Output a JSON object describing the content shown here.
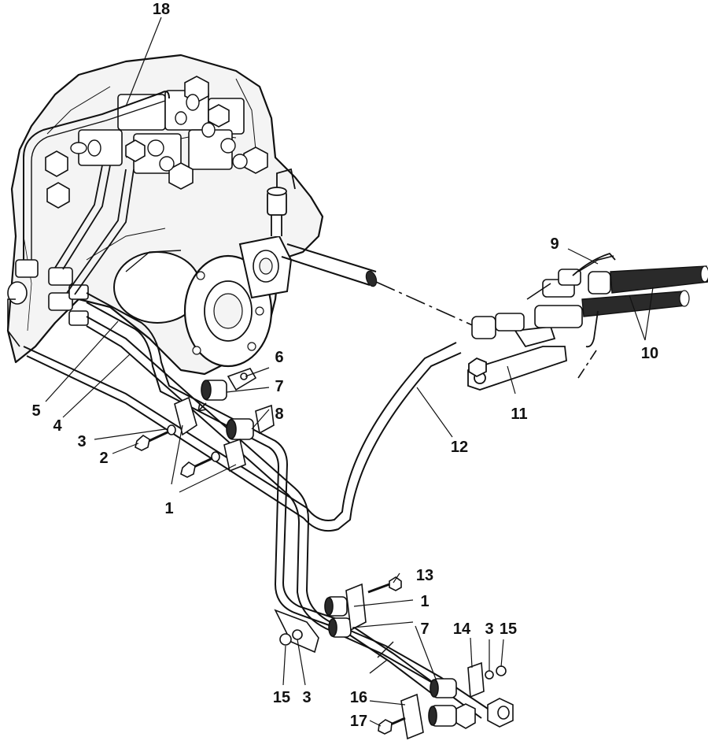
{
  "diagram": {
    "kind": "exploded-view",
    "callouts": [
      "1",
      "2",
      "3",
      "4",
      "5",
      "6",
      "7",
      "8",
      "9",
      "10",
      "11",
      "12",
      "13",
      "14",
      "15",
      "16",
      "17",
      "18"
    ],
    "labels": [
      {
        "key": "lbl18",
        "text": "18"
      },
      {
        "key": "lbl9",
        "text": "9"
      },
      {
        "key": "lbl10",
        "text": "10"
      },
      {
        "key": "lbl11",
        "text": "11"
      },
      {
        "key": "lbl12",
        "text": "12"
      },
      {
        "key": "lbl6",
        "text": "6"
      },
      {
        "key": "lbl7a",
        "text": "7"
      },
      {
        "key": "lbl8",
        "text": "8"
      },
      {
        "key": "lbl5",
        "text": "5"
      },
      {
        "key": "lbl4",
        "text": "4"
      },
      {
        "key": "lbl3a",
        "text": "3"
      },
      {
        "key": "lbl2",
        "text": "2"
      },
      {
        "key": "lbl1a",
        "text": "1"
      },
      {
        "key": "lbl13",
        "text": "13"
      },
      {
        "key": "lbl1b",
        "text": "1"
      },
      {
        "key": "lbl7b",
        "text": "7"
      },
      {
        "key": "lbl14",
        "text": "14"
      },
      {
        "key": "lbl3b",
        "text": "3"
      },
      {
        "key": "lbl15a",
        "text": "15"
      },
      {
        "key": "lbl15b",
        "text": "15"
      },
      {
        "key": "lbl3c",
        "text": "3"
      },
      {
        "key": "lbl16",
        "text": "16"
      },
      {
        "key": "lbl17",
        "text": "17"
      }
    ]
  },
  "colors": {
    "line": "#111111",
    "fill": "#ffffff",
    "housing": "#f4f4f4",
    "hose": "#2a2a2a"
  }
}
